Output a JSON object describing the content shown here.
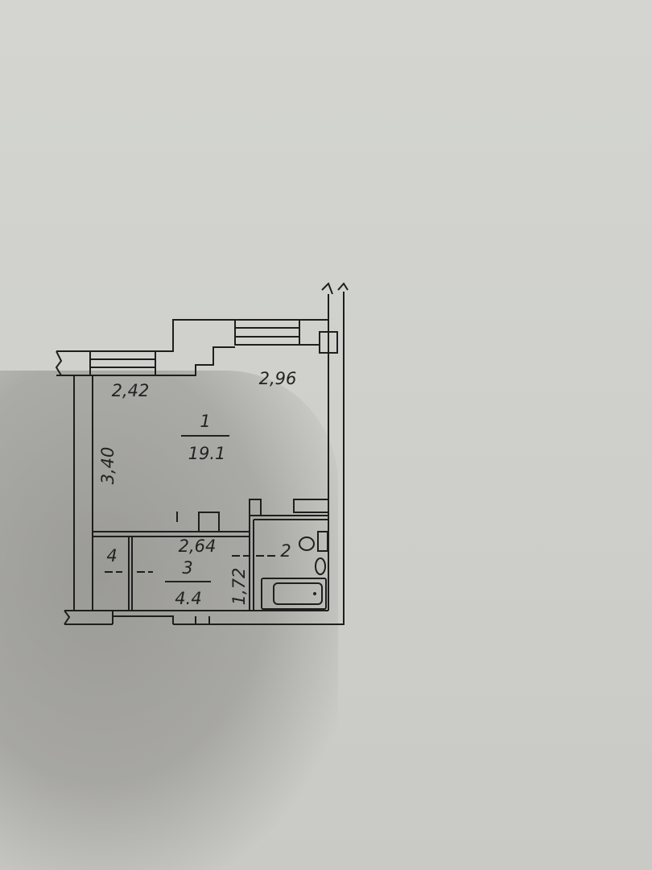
{
  "plan": {
    "rooms": [
      {
        "number": "1",
        "area": "19.1"
      },
      {
        "number": "2"
      },
      {
        "number": "3",
        "area": "4.4"
      },
      {
        "number": "4"
      }
    ],
    "dimensions": {
      "top_left": "2,42",
      "top_right": "2,96",
      "left_side": "3,40",
      "hall_width": "2,64",
      "hall_depth": "1,72"
    }
  }
}
